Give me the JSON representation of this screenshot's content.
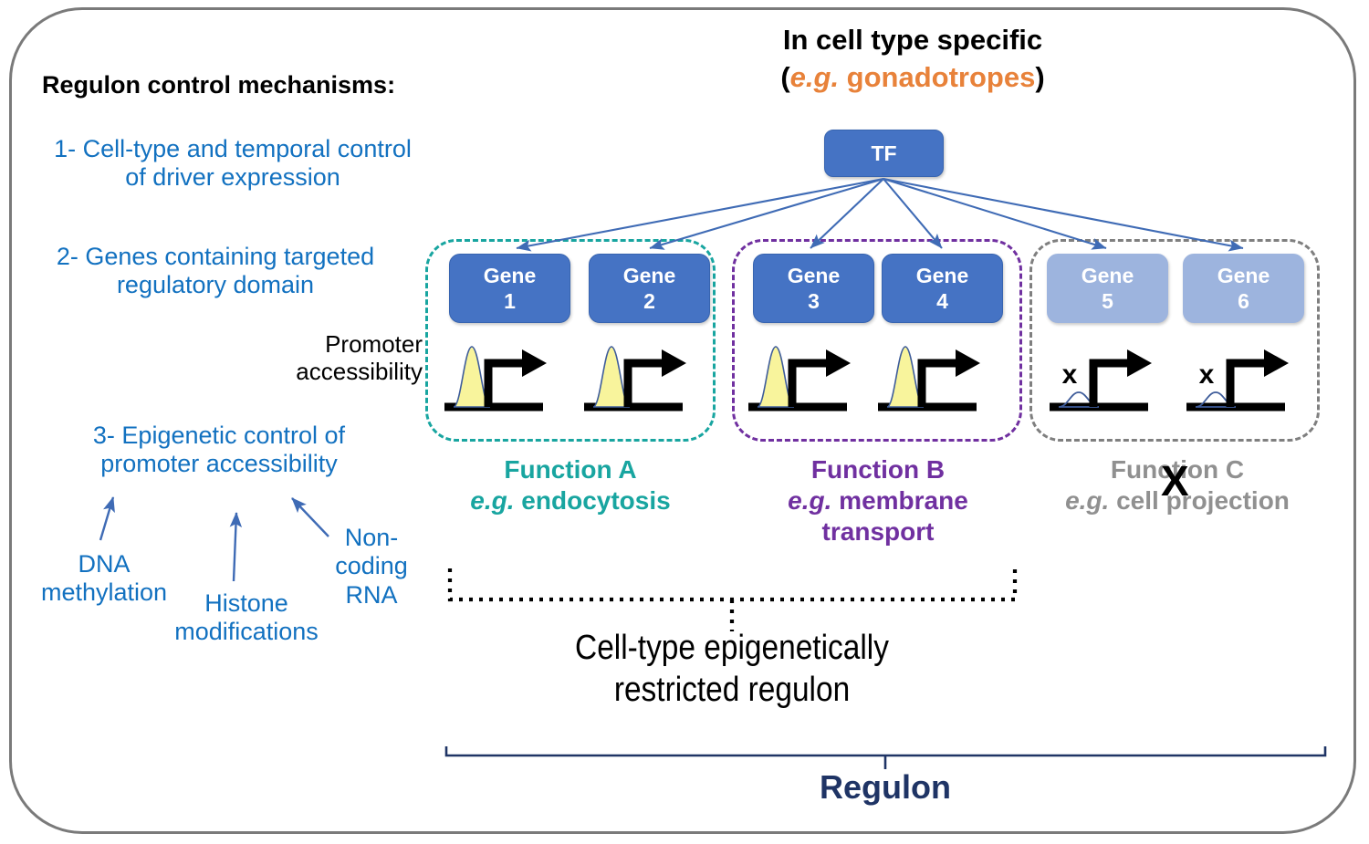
{
  "heading": {
    "line1": "In cell type specific",
    "paren_open": "(",
    "eg": "e.g.",
    "cell_type": " gonadotropes",
    "paren_close": ")"
  },
  "left_column": {
    "mechanisms_title": "Regulon control mechanisms:",
    "mechanism_1": "1- Cell-type and temporal control of driver expression",
    "mechanism_2": "2- Genes containing targeted regulatory domain",
    "mechanism_3": "3- Epigenetic control of promoter accessibility",
    "epigenetic_marks": [
      "DNA methylation",
      "Histone modifications",
      "Non-coding RNA"
    ],
    "promoter_accessibility_label": "Promoter accessibility"
  },
  "tf": {
    "label": "TF",
    "arrow_count": 6
  },
  "genes": [
    {
      "name": "Gene",
      "number": "1",
      "style": "dark",
      "promoter": "open",
      "group": "A"
    },
    {
      "name": "Gene",
      "number": "2",
      "style": "dark",
      "promoter": "open",
      "group": "A"
    },
    {
      "name": "Gene",
      "number": "3",
      "style": "dark",
      "promoter": "open",
      "group": "B"
    },
    {
      "name": "Gene",
      "number": "4",
      "style": "dark",
      "promoter": "open",
      "group": "B"
    },
    {
      "name": "Gene",
      "number": "5",
      "style": "light",
      "promoter": "closed",
      "group": "C"
    },
    {
      "name": "Gene",
      "number": "6",
      "style": "light",
      "promoter": "closed",
      "group": "C"
    }
  ],
  "promoter_block_mark": "x",
  "function_groups": [
    {
      "id": "A",
      "title": "Function A",
      "eg": "e.g.",
      "example": " endocytosis",
      "color": "#18A5A0",
      "blocked": false
    },
    {
      "id": "B",
      "title": "Function B",
      "eg": "e.g.",
      "example": " membrane transport",
      "color": "#7030A0",
      "blocked": false
    },
    {
      "id": "C",
      "title": "Function C",
      "eg": "e.g.",
      "example": " cell projection",
      "color": "#909090",
      "blocked": true
    }
  ],
  "blocked_mark": "X",
  "brackets": {
    "restricted_caption": "Cell-type epigenetically restricted regulon",
    "regulon_caption": "Regulon"
  },
  "colors": {
    "gene_dark": "#4573C4",
    "gene_light": "#9DB4DE",
    "teal": "#18A5A0",
    "purple": "#7030A0",
    "gray": "#7F7F7F",
    "blue_text": "#1271C0",
    "orange": "#E8823A",
    "navy": "#1F3465",
    "peak_fill": "#F7F39B",
    "frame": "#7a7a7a"
  }
}
